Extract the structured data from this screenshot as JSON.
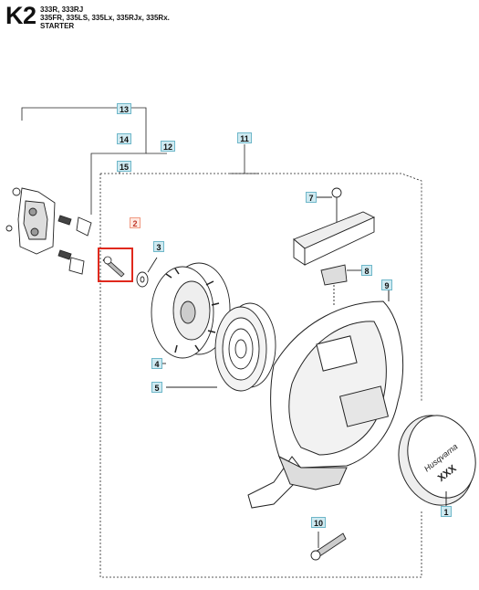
{
  "header": {
    "code": "K2",
    "models": [
      "333R, 333RJ",
      "335FR, 335LS, 335Lx, 335RJx, 335Rx.",
      "STARTER"
    ]
  },
  "brand": {
    "logo_text": "Husqvarna",
    "cover_text": "XXX"
  },
  "parts": [
    {
      "number": "1"
    },
    {
      "number": "2",
      "highlighted": true
    },
    {
      "number": "3"
    },
    {
      "number": "4"
    },
    {
      "number": "5"
    },
    {
      "number": "7"
    },
    {
      "number": "8"
    },
    {
      "number": "9"
    },
    {
      "number": "10"
    },
    {
      "number": "11"
    },
    {
      "number": "12"
    },
    {
      "number": "13"
    },
    {
      "number": "14"
    },
    {
      "number": "15"
    }
  ],
  "colors": {
    "label_fill": "#cfeaf1",
    "label_border": "#6fb7c9",
    "highlight": "#e0291d",
    "line": "#222222"
  }
}
